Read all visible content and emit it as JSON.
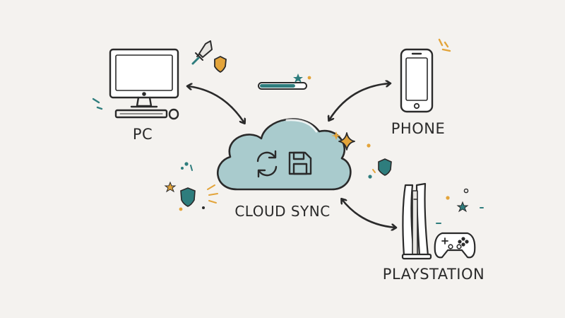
{
  "nodes": {
    "pc": {
      "label": "PC"
    },
    "phone": {
      "label": "PHONE"
    },
    "cloud": {
      "label": "CLOUD SYNC"
    },
    "playstation": {
      "label": "PLAYSTATION"
    }
  },
  "sync_progress": 0.78,
  "colors": {
    "background": "#f4f2ef",
    "ink": "#2a2a2a",
    "cloud_fill": "#a9cbcd",
    "accent_teal": "#2e7d7d",
    "accent_gold": "#e3a43a"
  },
  "icons": [
    "sync-arrows-icon",
    "floppy-save-icon",
    "sword-icon",
    "shield-icon",
    "star-icon",
    "sparkle-icon",
    "gamepad-icon"
  ]
}
